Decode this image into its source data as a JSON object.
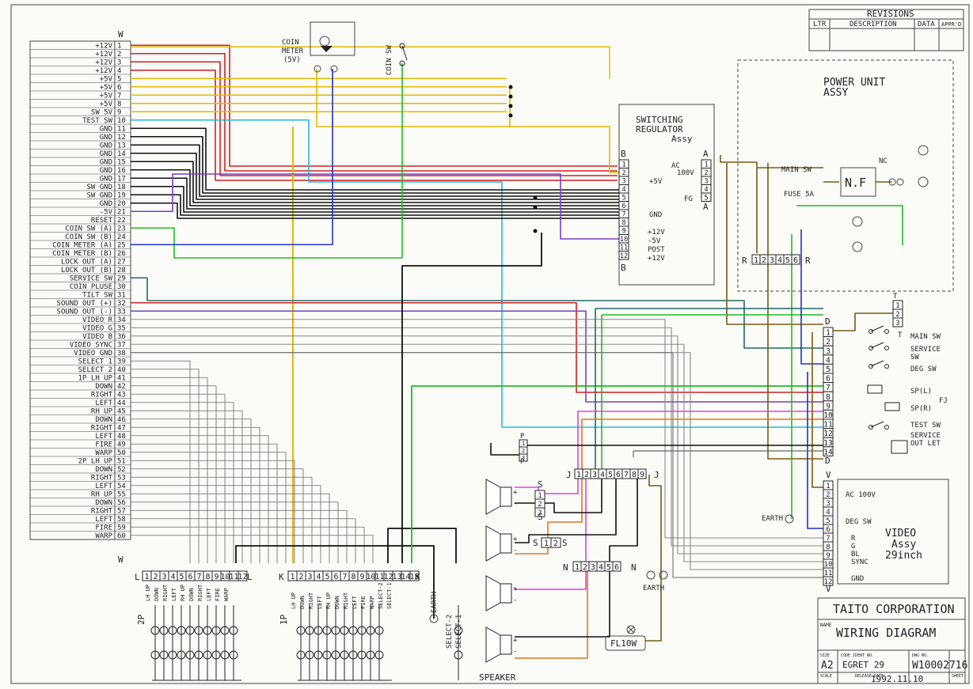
{
  "revisions": {
    "title": "REVISIONS",
    "col_ltr": "LTR",
    "col_description": "DESCRIPTION",
    "col_data": "DATA",
    "col_approved": "APPR'D"
  },
  "connector_w": {
    "label": "W",
    "pins": [
      "+12V",
      "+12V",
      "+12V",
      "+12V",
      "+5V",
      "+5V",
      "+5V",
      "+5V",
      "SW 5V",
      "TEST SW",
      "GND",
      "GND",
      "GND",
      "GND",
      "GND",
      "GND",
      "GND",
      "SW GND",
      "SW GND",
      "GND",
      "-5V",
      "RESET",
      "COIN SW (A)",
      "COIN SW (B)",
      "COIN METER (A)",
      "COIN METER (B)",
      "LOCK OUT (A)",
      "LOCK OUT (B)",
      "SERVICE SW",
      "COIN PLUSE",
      "TILT SW",
      "SOUND OUT (+)",
      "SOUND OUT (-)",
      "VIDEO R",
      "VIDEO G",
      "VIDEO B",
      "VIDEO SYNC",
      "VIDEO GND",
      "SELECT 1",
      "SELECT 2",
      "1P LH UP",
      "DOWN",
      "RIGHT",
      "LEFT",
      "RH UP",
      "DOWN",
      "RIGHT",
      "LEFT",
      "FIRE",
      "WARP",
      "2P LH UP",
      "DOWN",
      "RIGHT",
      "LEFT",
      "RH UP",
      "DOWN",
      "RIGHT",
      "LEFT",
      "FIRE",
      "WARP"
    ]
  },
  "coin_meter": {
    "label": "COIN\nMETER\n(5V)"
  },
  "coin_sw": {
    "label": "COIN SW"
  },
  "switching_regulator": {
    "title": "SWITCHING\nREGULATOR\nAssy",
    "connector_b": "B",
    "connector_a": "A",
    "outputs": [
      "+5V",
      "GND",
      "+12V",
      "-5V",
      "POST",
      "+12V"
    ],
    "inputs": [
      "AC 100V",
      "FG"
    ]
  },
  "power_unit": {
    "title": "POWER UNIT\nASSY",
    "main_sw": "MAIN SW",
    "fuse": "FUSE 5A",
    "nf": "N.F",
    "nc": "NC",
    "connector_r": "R"
  },
  "connector_d": {
    "label": "D",
    "switches": [
      "MAIN SW",
      "SERVICE SW",
      "DEG SW",
      "SP(L)",
      "SP(R)",
      "TEST SW",
      "SERVICE OUT LET"
    ],
    "fj_label": "FJ"
  },
  "connector_t": {
    "label": "T"
  },
  "video": {
    "title": "VIDEO\nAssy\n29inch",
    "connector": "V",
    "pins": [
      "AC 100V",
      "DEG SW",
      "R",
      "G",
      "BL",
      "SYNC",
      "GND"
    ]
  },
  "connector_j": {
    "label": "J"
  },
  "connector_n": {
    "label": "N"
  },
  "connector_p": {
    "label": "P"
  },
  "connector_s": {
    "label": "S"
  },
  "speaker": {
    "label": "SPEAKER"
  },
  "earth_labels": [
    "EARTH",
    "EARTH",
    "EARTH"
  ],
  "fluorescent": {
    "label": "FL10W"
  },
  "connector_l": {
    "label": "L",
    "pins": [
      "LH UP",
      "DOWN",
      "RIGHT",
      "LEFT",
      "RH UP",
      "DOWN",
      "RIGHT",
      "LEFT",
      "FIRE",
      "WARP"
    ],
    "player": "2P"
  },
  "connector_k": {
    "label": "K",
    "pins": [
      "LH UP",
      "DOWN",
      "RIGHT",
      "LEFT",
      "RH UP",
      "DOWN",
      "RIGHT",
      "LEFT",
      "FIRE",
      "WARP",
      "SELECT-2",
      "SELECT-1"
    ],
    "player": "1P"
  },
  "select_labels": [
    "SELECT-2",
    "SELECT-1"
  ],
  "title_block": {
    "company": "TAITO CORPORATION",
    "name_label": "NAME",
    "drawing_title": "WIRING DIAGRAM",
    "size": "A2",
    "model": "EGRET 29",
    "drawing_no": "W10002716",
    "date": "1992.11.10",
    "size_hdr": "SIZE",
    "code_hdr": "CODE IDENT NO.",
    "dwg_hdr": "DWG NO.",
    "scale_hdr": "SCALE",
    "release_hdr": "RELEASE DATE",
    "sheet_hdr": "SHEET"
  },
  "colors": {
    "red": "#cc2222",
    "yellow": "#e6b800",
    "black": "#111111",
    "purple": "#7a3fc4",
    "blue": "#2233cc",
    "green": "#22bb22",
    "cyan": "#22bbdd",
    "brown": "#7a5a10",
    "gray": "#888888",
    "teal": "#1f6b6b",
    "magenta": "#dd44dd",
    "orange": "#dd7722"
  }
}
